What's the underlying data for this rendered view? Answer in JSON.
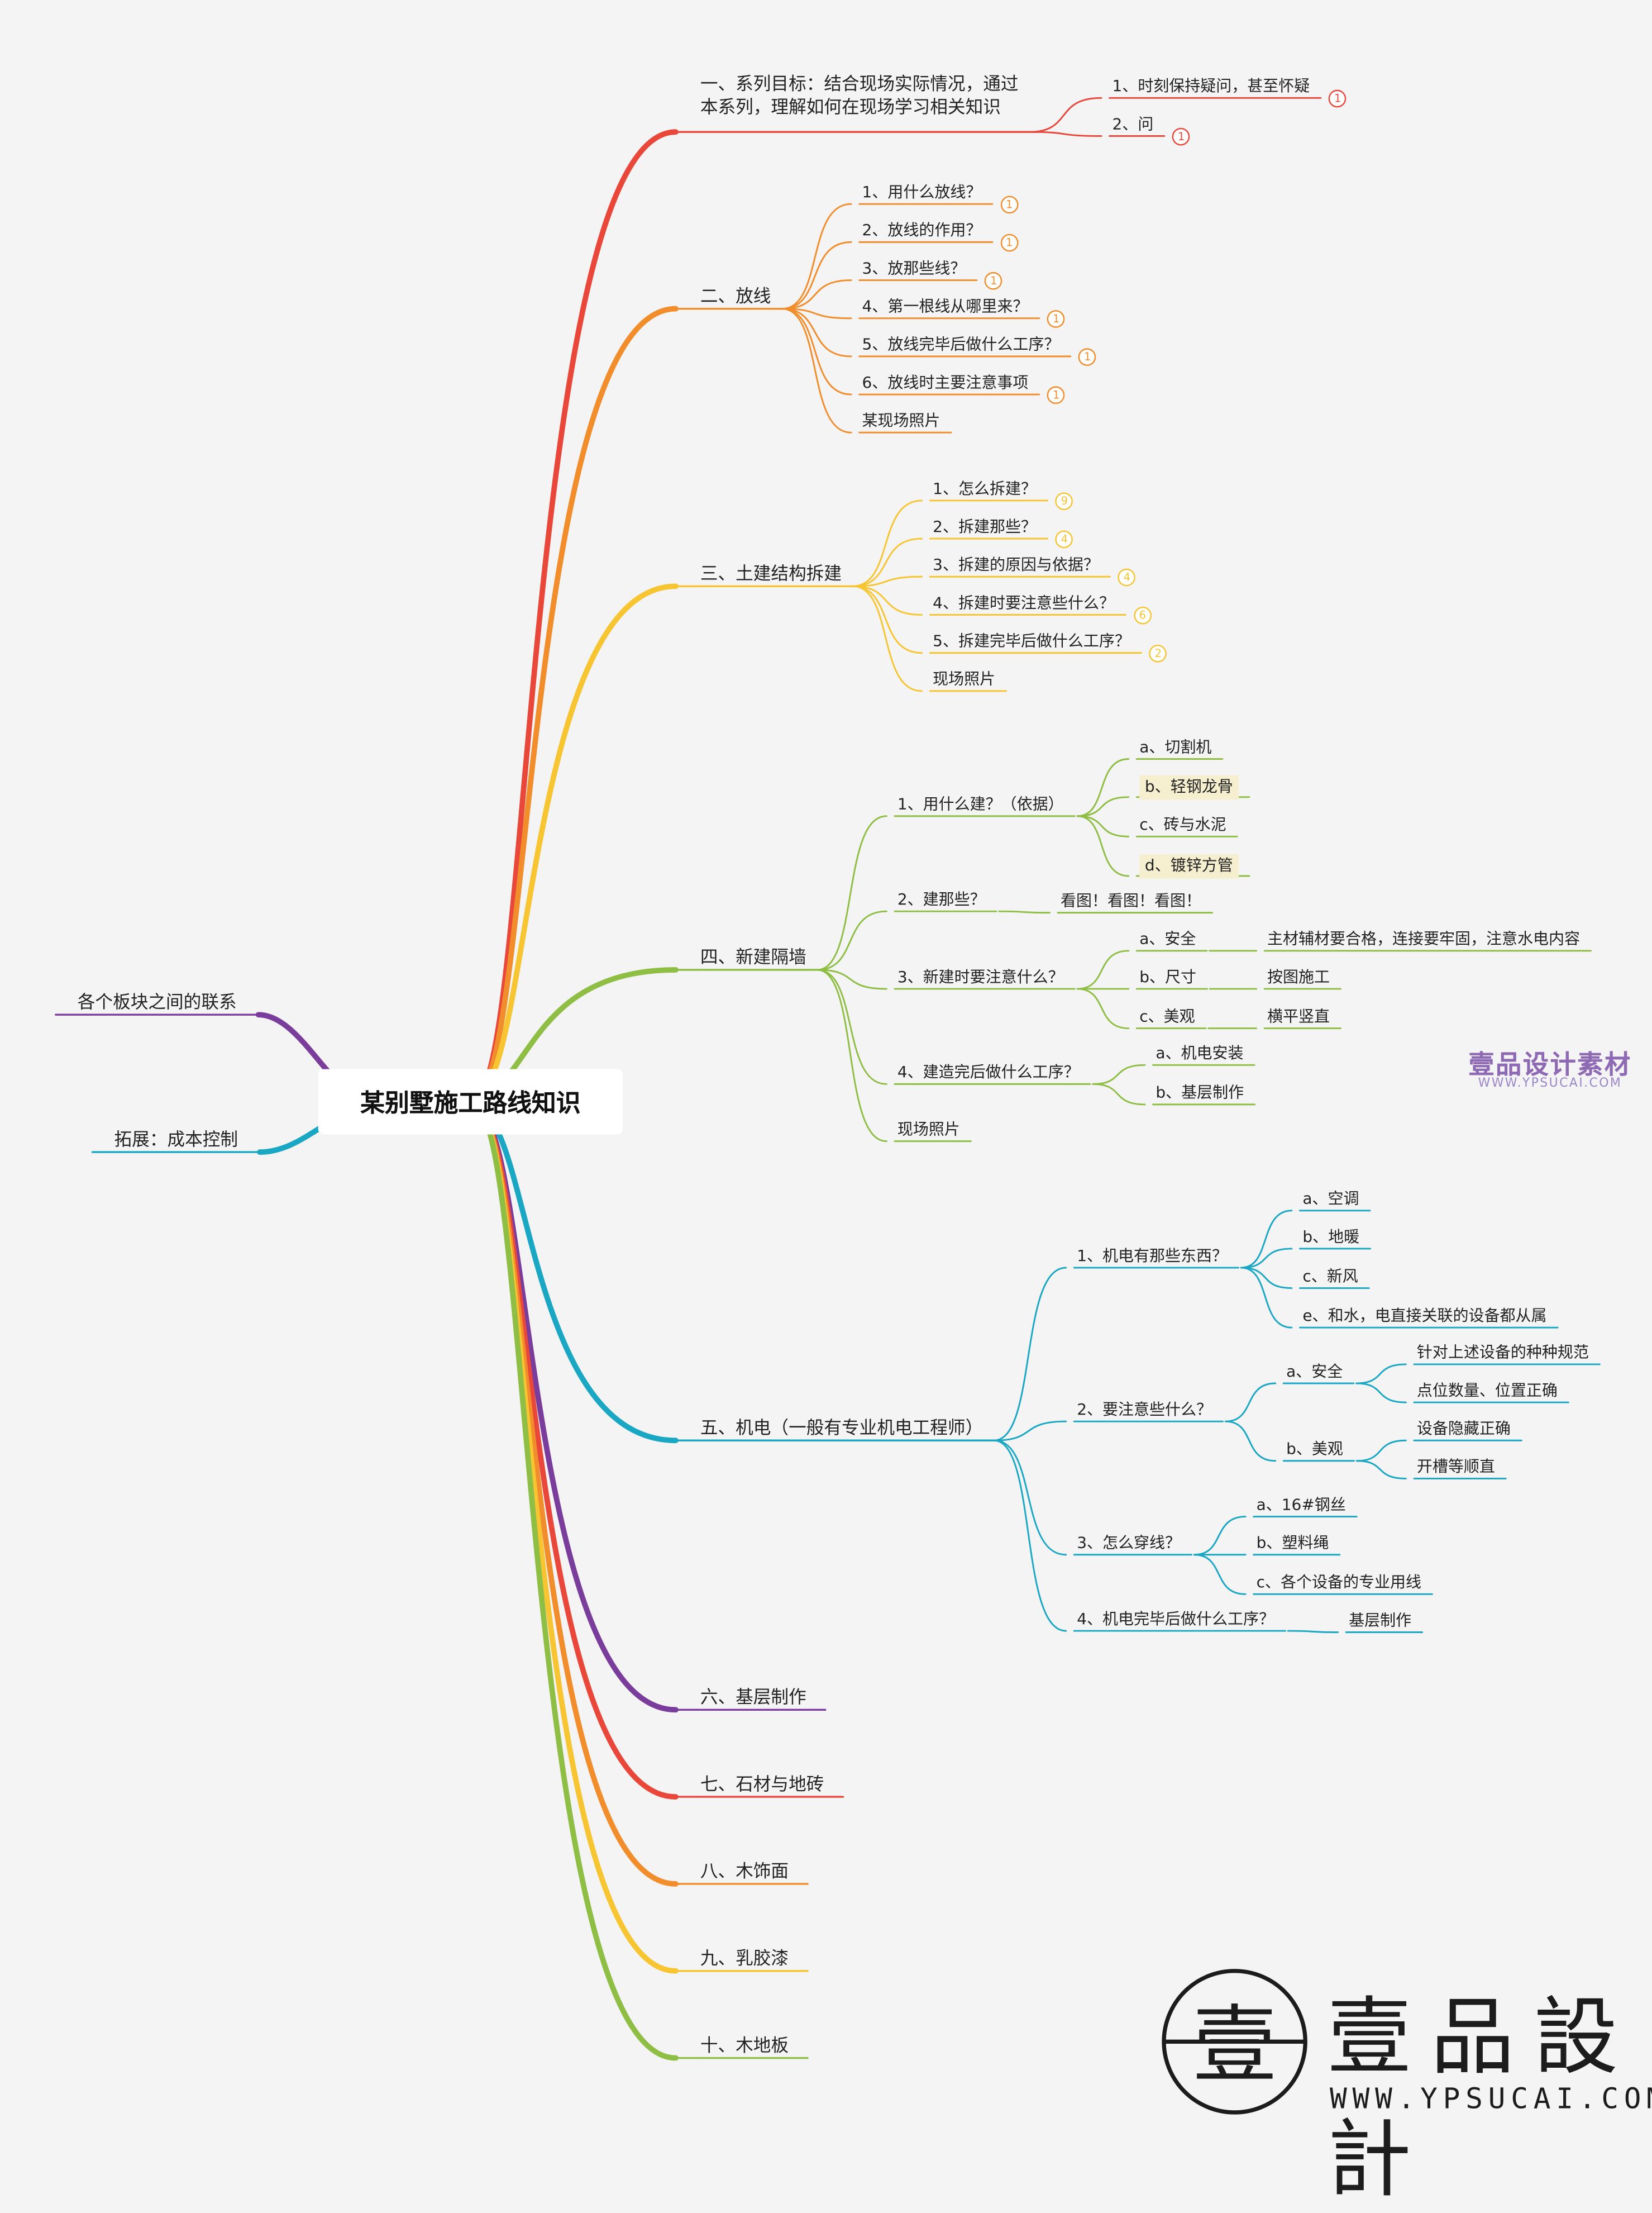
{
  "root": "某别墅施工路线知识",
  "left_branches": [
    {
      "id": "L1",
      "label": "各个板块之间的联系",
      "color": "#7b3d9c"
    },
    {
      "id": "L2",
      "label": "拓展：成本控制",
      "color": "#19a7c4"
    }
  ],
  "branches": [
    {
      "id": "B1",
      "label": "一、系列目标：结合现场实际情况，通过\n本系列，理解如何在现场学习相关知识",
      "color": "#e8473a",
      "children": [
        {
          "id": "B1-1",
          "label": "1、时刻保持疑问，甚至怀疑",
          "badge": "1"
        },
        {
          "id": "B1-2",
          "label": "2、问",
          "badge": "1"
        }
      ]
    },
    {
      "id": "B2",
      "label": "二、放线",
      "color": "#f18d2b",
      "children": [
        {
          "id": "B2-1",
          "label": "1、用什么放线？",
          "badge": "1"
        },
        {
          "id": "B2-2",
          "label": "2、放线的作用？",
          "badge": "1"
        },
        {
          "id": "B2-3",
          "label": "3、放那些线？",
          "badge": "1"
        },
        {
          "id": "B2-4",
          "label": "4、第一根线从哪里来？",
          "badge": "1"
        },
        {
          "id": "B2-5",
          "label": "5、放线完毕后做什么工序？",
          "badge": "1"
        },
        {
          "id": "B2-6",
          "label": "6、放线时主要注意事项",
          "badge": "1"
        },
        {
          "id": "B2-7",
          "label": "某现场照片"
        }
      ]
    },
    {
      "id": "B3",
      "label": "三、土建结构拆建",
      "color": "#f7c531",
      "children": [
        {
          "id": "B3-1",
          "label": "1、怎么拆建？",
          "badge": "9"
        },
        {
          "id": "B3-2",
          "label": "2、拆建那些？",
          "badge": "4"
        },
        {
          "id": "B3-3",
          "label": "3、拆建的原因与依据？",
          "badge": "4"
        },
        {
          "id": "B3-4",
          "label": "4、拆建时要注意些什么？",
          "badge": "6"
        },
        {
          "id": "B3-5",
          "label": "5、拆建完毕后做什么工序？",
          "badge": "2"
        },
        {
          "id": "B3-6",
          "label": "现场照片"
        }
      ]
    },
    {
      "id": "B4",
      "label": "四、新建隔墙",
      "color": "#8fbe45",
      "children": [
        {
          "id": "B4-1",
          "label": "1、用什么建？（依据）",
          "children": [
            {
              "id": "B4-1a",
              "label": "a、切割机"
            },
            {
              "id": "B4-1b",
              "label": "b、轻钢龙骨",
              "highlight": true
            },
            {
              "id": "B4-1c",
              "label": "c、砖与水泥"
            },
            {
              "id": "B4-1d",
              "label": "d、镀锌方管",
              "highlight": true
            }
          ]
        },
        {
          "id": "B4-2",
          "label": "2、建那些？",
          "children": [
            {
              "id": "B4-2a",
              "label": "看图！看图！看图！"
            }
          ]
        },
        {
          "id": "B4-3",
          "label": "3、新建时要注意什么？",
          "children": [
            {
              "id": "B4-3a",
              "label": "a、安全",
              "children": [
                {
                  "id": "B4-3a1",
                  "label": "主材辅材要合格，连接要牢固，注意水电内容"
                }
              ]
            },
            {
              "id": "B4-3b",
              "label": "b、尺寸",
              "children": [
                {
                  "id": "B4-3b1",
                  "label": "按图施工"
                }
              ]
            },
            {
              "id": "B4-3c",
              "label": "c、美观",
              "children": [
                {
                  "id": "B4-3c1",
                  "label": "横平竖直"
                }
              ]
            }
          ]
        },
        {
          "id": "B4-4",
          "label": "4、建造完后做什么工序？",
          "children": [
            {
              "id": "B4-4a",
              "label": "a、机电安装"
            },
            {
              "id": "B4-4b",
              "label": "b、基层制作"
            }
          ]
        },
        {
          "id": "B4-5",
          "label": "现场照片"
        }
      ]
    },
    {
      "id": "B5",
      "label": "五、机电（一般有专业机电工程师）",
      "color": "#19a7c4",
      "children": [
        {
          "id": "B5-1",
          "label": "1、机电有那些东西？",
          "children": [
            {
              "id": "B5-1a",
              "label": "a、空调"
            },
            {
              "id": "B5-1b",
              "label": "b、地暖"
            },
            {
              "id": "B5-1c",
              "label": "c、新风"
            },
            {
              "id": "B5-1e",
              "label": "e、和水，电直接关联的设备都从属"
            }
          ]
        },
        {
          "id": "B5-2",
          "label": "2、要注意些什么？",
          "children": [
            {
              "id": "B5-2a",
              "label": "a、安全",
              "children": [
                {
                  "id": "B5-2a1",
                  "label": "针对上述设备的种种规范"
                },
                {
                  "id": "B5-2a2",
                  "label": "点位数量、位置正确"
                }
              ]
            },
            {
              "id": "B5-2b",
              "label": "b、美观",
              "children": [
                {
                  "id": "B5-2b1",
                  "label": "设备隐藏正确"
                },
                {
                  "id": "B5-2b2",
                  "label": "开槽等顺直"
                }
              ]
            }
          ]
        },
        {
          "id": "B5-3",
          "label": "3、怎么穿线？",
          "children": [
            {
              "id": "B5-3a",
              "label": "a、16#钢丝"
            },
            {
              "id": "B5-3b",
              "label": "b、塑料绳"
            },
            {
              "id": "B5-3c",
              "label": "c、各个设备的专业用线"
            }
          ]
        },
        {
          "id": "B5-4",
          "label": "4、机电完毕后做什么工序？",
          "children": [
            {
              "id": "B5-4a",
              "label": "基层制作"
            }
          ]
        }
      ]
    },
    {
      "id": "B6",
      "label": "六、基层制作",
      "color": "#7b3d9c"
    },
    {
      "id": "B7",
      "label": "七、石材与地砖",
      "color": "#e8473a"
    },
    {
      "id": "B8",
      "label": "八、木饰面",
      "color": "#f18d2b"
    },
    {
      "id": "B9",
      "label": "九、乳胶漆",
      "color": "#f7c531"
    },
    {
      "id": "B10",
      "label": "十、木地板",
      "color": "#8fbe45"
    }
  ],
  "watermarks": {
    "small_cn": "壹品设计素材",
    "small_url": "WWW.YPSUCAI.COM",
    "logo_glyph": "壹",
    "big_cn": "壹品設計",
    "big_url": "WWW.YPSUCAI.COM"
  }
}
